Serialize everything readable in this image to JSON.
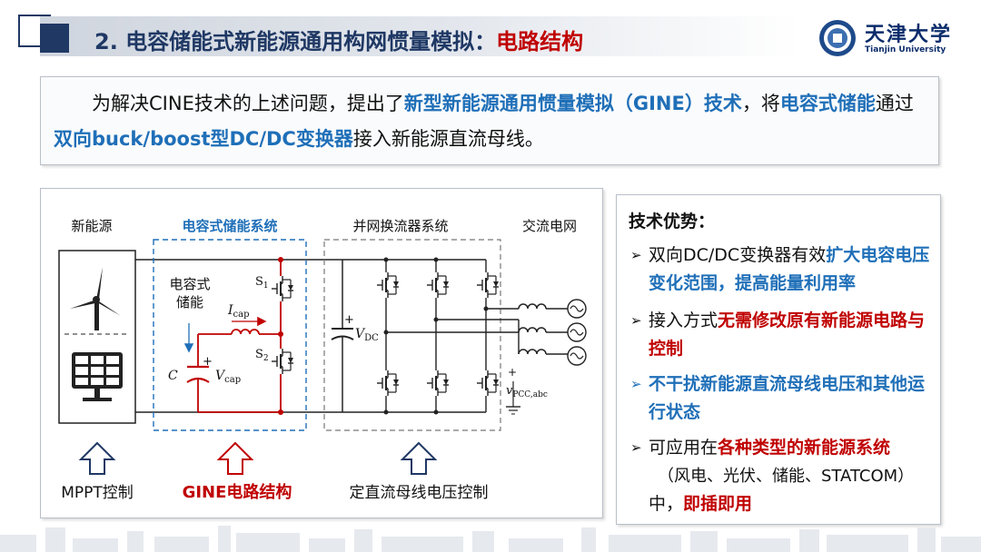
{
  "title": {
    "prefix": "2. 电容储能式新能源通用构网惯量模拟：",
    "highlight": "电路结构"
  },
  "logo": {
    "name_cn": "天津大学",
    "name_en": "Tianjin University"
  },
  "intro": {
    "t1": "为解决CINE技术的上述问题，提出了",
    "t2": "新型新能源通用惯量模拟（GINE）技术",
    "t3": "，将",
    "t4": "电容式储能",
    "t5": "通过",
    "t6": "双向buck/boost型DC/DC变换器",
    "t7": "接入新能源直流母线。"
  },
  "diagram": {
    "labels": {
      "renewable": "新能源",
      "cap_storage_system": "电容式储能系统",
      "inverter_system": "并网换流器系统",
      "ac_grid": "交流电网",
      "cap_storage_l1": "电容式",
      "cap_storage_l2": "储能",
      "icap_main": "I",
      "icap_sub": "cap",
      "c_label": "C",
      "vcap_main": "V",
      "vcap_sub": "cap",
      "vdc_main": "V",
      "vdc_sub": "DC",
      "vpcc_main": "v",
      "vpcc_sub": "PCC,abc",
      "s1_main": "S",
      "s1_sub": "1",
      "s2_main": "S",
      "s2_sub": "2",
      "plus": "+"
    },
    "bottom": {
      "mppt": "MPPT控制",
      "gine": "GINE电路结构",
      "dc_ctrl": "定直流母线电压控制"
    },
    "colors": {
      "circuit_red": "#c00000",
      "accent_blue": "#1f6fb8",
      "line_dark": "#222222"
    }
  },
  "advantages": {
    "title": "技术优势：",
    "items": [
      {
        "pre": "双向DC/DC变换器有效",
        "hl": "扩大电容电压变化范围，提高能量利用率",
        "post": "",
        "hl_color": "blue"
      },
      {
        "pre": "接入方式",
        "hl": "无需修改原有新能源电路与控制",
        "post": "",
        "hl_color": "red"
      },
      {
        "pre": "",
        "hl": "不干扰新能源直流母线电压和其他运行状态",
        "post": "",
        "hl_color": "blue"
      },
      {
        "pre": "可应用在",
        "hl": "各种类型的新能源系统",
        "post": "",
        "hl_color": "red"
      }
    ],
    "item4_line2": "（风电、光伏、储能、STATCOM）",
    "item4_line3_pre": "中，",
    "item4_line3_hl": "即插即用",
    "arrow_glyph": "➢"
  }
}
